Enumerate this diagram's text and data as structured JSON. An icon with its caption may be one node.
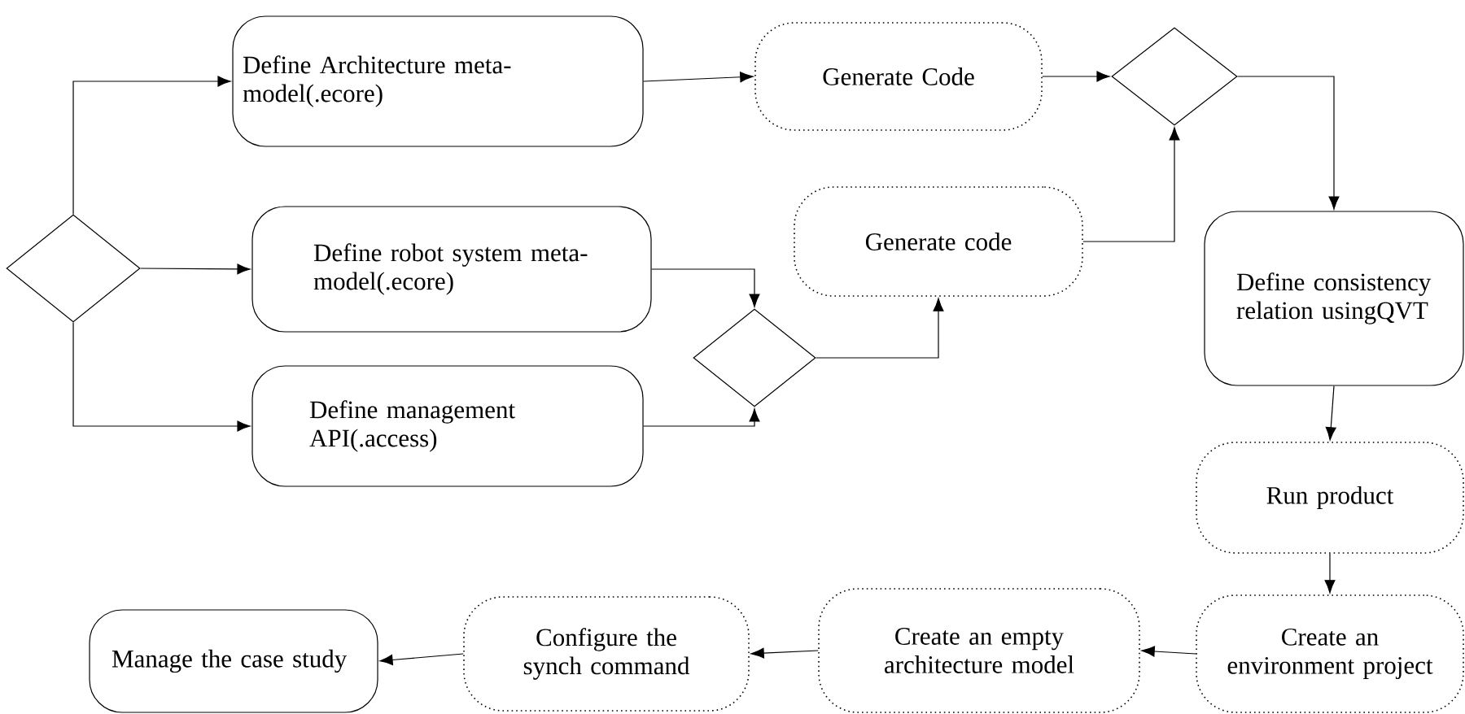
{
  "diagram": {
    "nodes": [
      {
        "text": [],
        "shape": "diamond"
      },
      {
        "text": [
          "Define Architecture meta-model(.ecore)"
        ]
      },
      {
        "text": [
          "Define robot system meta-model(.ecore)"
        ]
      },
      {
        "text": [
          "Define management API(.access)"
        ]
      },
      {
        "text": [],
        "shape": "diamond"
      },
      {
        "text": [
          "Generate Code"
        ]
      },
      {
        "text": [
          "Generate code"
        ]
      },
      {
        "text": [],
        "shape": "diamond"
      },
      {
        "text": [
          "Define consistency relation usingQVT"
        ]
      },
      {
        "text": [
          "Run product"
        ]
      },
      {
        "text": [
          "Create an environment project"
        ]
      },
      {
        "text": [
          "Create an empty architecture model"
        ]
      },
      {
        "text": [
          "Configure the synch command"
        ]
      },
      {
        "text": [
          "Manage the case study"
        ]
      }
    ],
    "edges": [
      {
        "from": 0,
        "to": 1,
        "arrow": "to"
      },
      {
        "from": 0,
        "to": 2,
        "arrow": "to"
      },
      {
        "from": 0,
        "to": 3,
        "arrow": "to"
      },
      {
        "from": 1,
        "to": 5,
        "arrow": "to"
      },
      {
        "from": 2,
        "to": 4,
        "arrow": "to"
      },
      {
        "from": 3,
        "to": 4,
        "arrow": "to"
      },
      {
        "from": 4,
        "to": 6,
        "arrow": "to"
      },
      {
        "from": 5,
        "to": 7,
        "arrow": "to"
      },
      {
        "from": 6,
        "to": 7,
        "arrow": "to"
      },
      {
        "from": 7,
        "to": 8,
        "arrow": "to"
      },
      {
        "from": 8,
        "to": 9,
        "arrow": "to"
      },
      {
        "from": 9,
        "to": 10,
        "arrow": "to"
      },
      {
        "from": 10,
        "to": 11,
        "arrow": "to"
      },
      {
        "from": 11,
        "to": 12,
        "arrow": "to"
      },
      {
        "from": 12,
        "to": 13,
        "arrow": "to"
      }
    ]
  }
}
